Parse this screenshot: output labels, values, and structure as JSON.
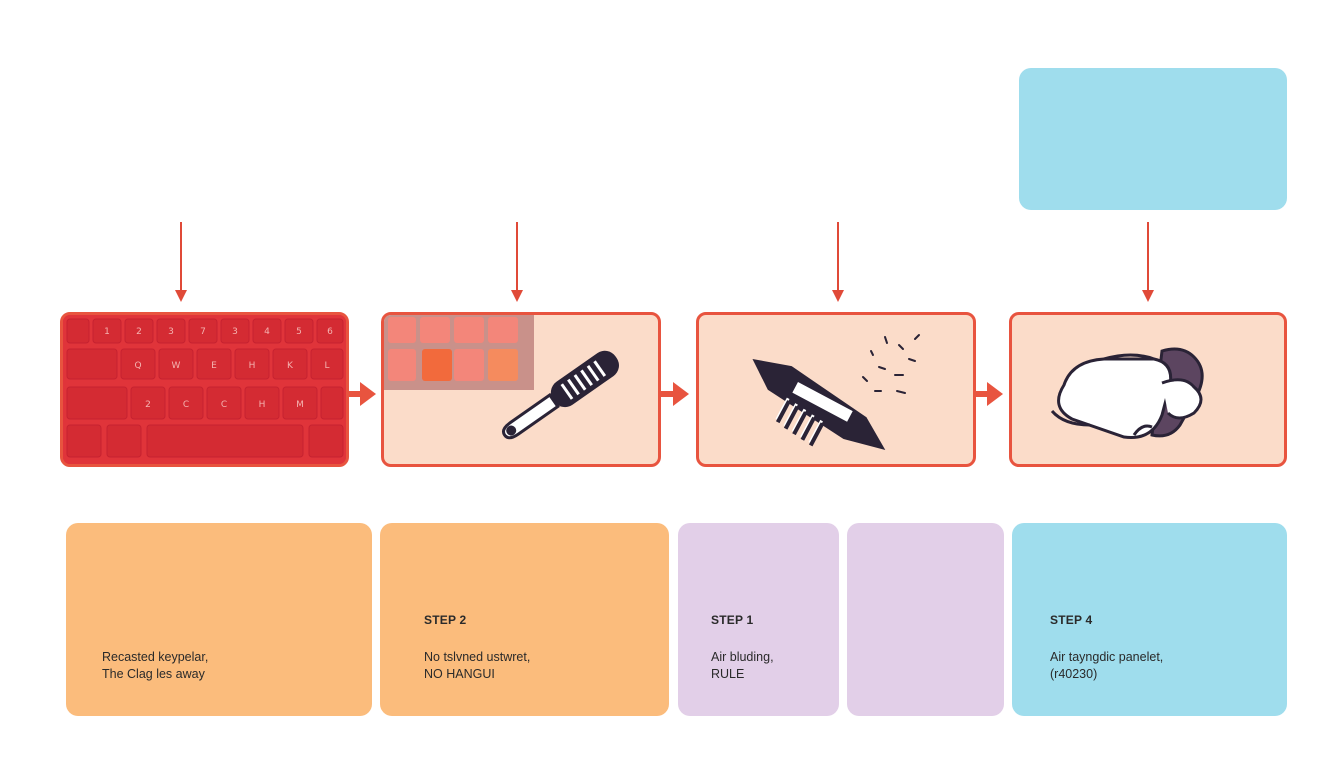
{
  "colors": {
    "accent": "#e8543f",
    "panel_fill": "#fbdcc9",
    "keyboard_red": "#e0343a",
    "card_orange": "#fbbc7c",
    "card_lavender": "#e2cfe8",
    "card_cyan": "#9fdded",
    "ink": "#2a2336"
  },
  "keyboard": {
    "row1": [
      "1",
      "2",
      "3",
      "7",
      "3",
      "4",
      "5",
      "6"
    ],
    "row2": [
      "Q",
      "W",
      "E",
      "H",
      "K",
      "L"
    ],
    "row3": [
      "2",
      "C",
      "C",
      "H",
      "M"
    ]
  },
  "icons": [
    "keyboard-icon",
    "keycap-puller-icon",
    "brush-dust-icon",
    "cloth-wipe-icon"
  ],
  "cards": [
    {
      "id": "card-1",
      "title": "",
      "line1": "Recasted keypelar,",
      "line2": "The Clag les away"
    },
    {
      "id": "card-2",
      "title": "STEP 2",
      "line1": "No tslvned ustwret,",
      "line2": "NO HANGUI"
    },
    {
      "id": "card-3",
      "title": "STEP 1",
      "line1": "Air bluding,",
      "line2": "RULE"
    },
    {
      "id": "card-4",
      "title": "",
      "line1": "",
      "line2": ""
    },
    {
      "id": "card-5",
      "title": "STEP 4",
      "line1": "Air tayngdic panelet,",
      "line2": "(r40230)"
    }
  ]
}
